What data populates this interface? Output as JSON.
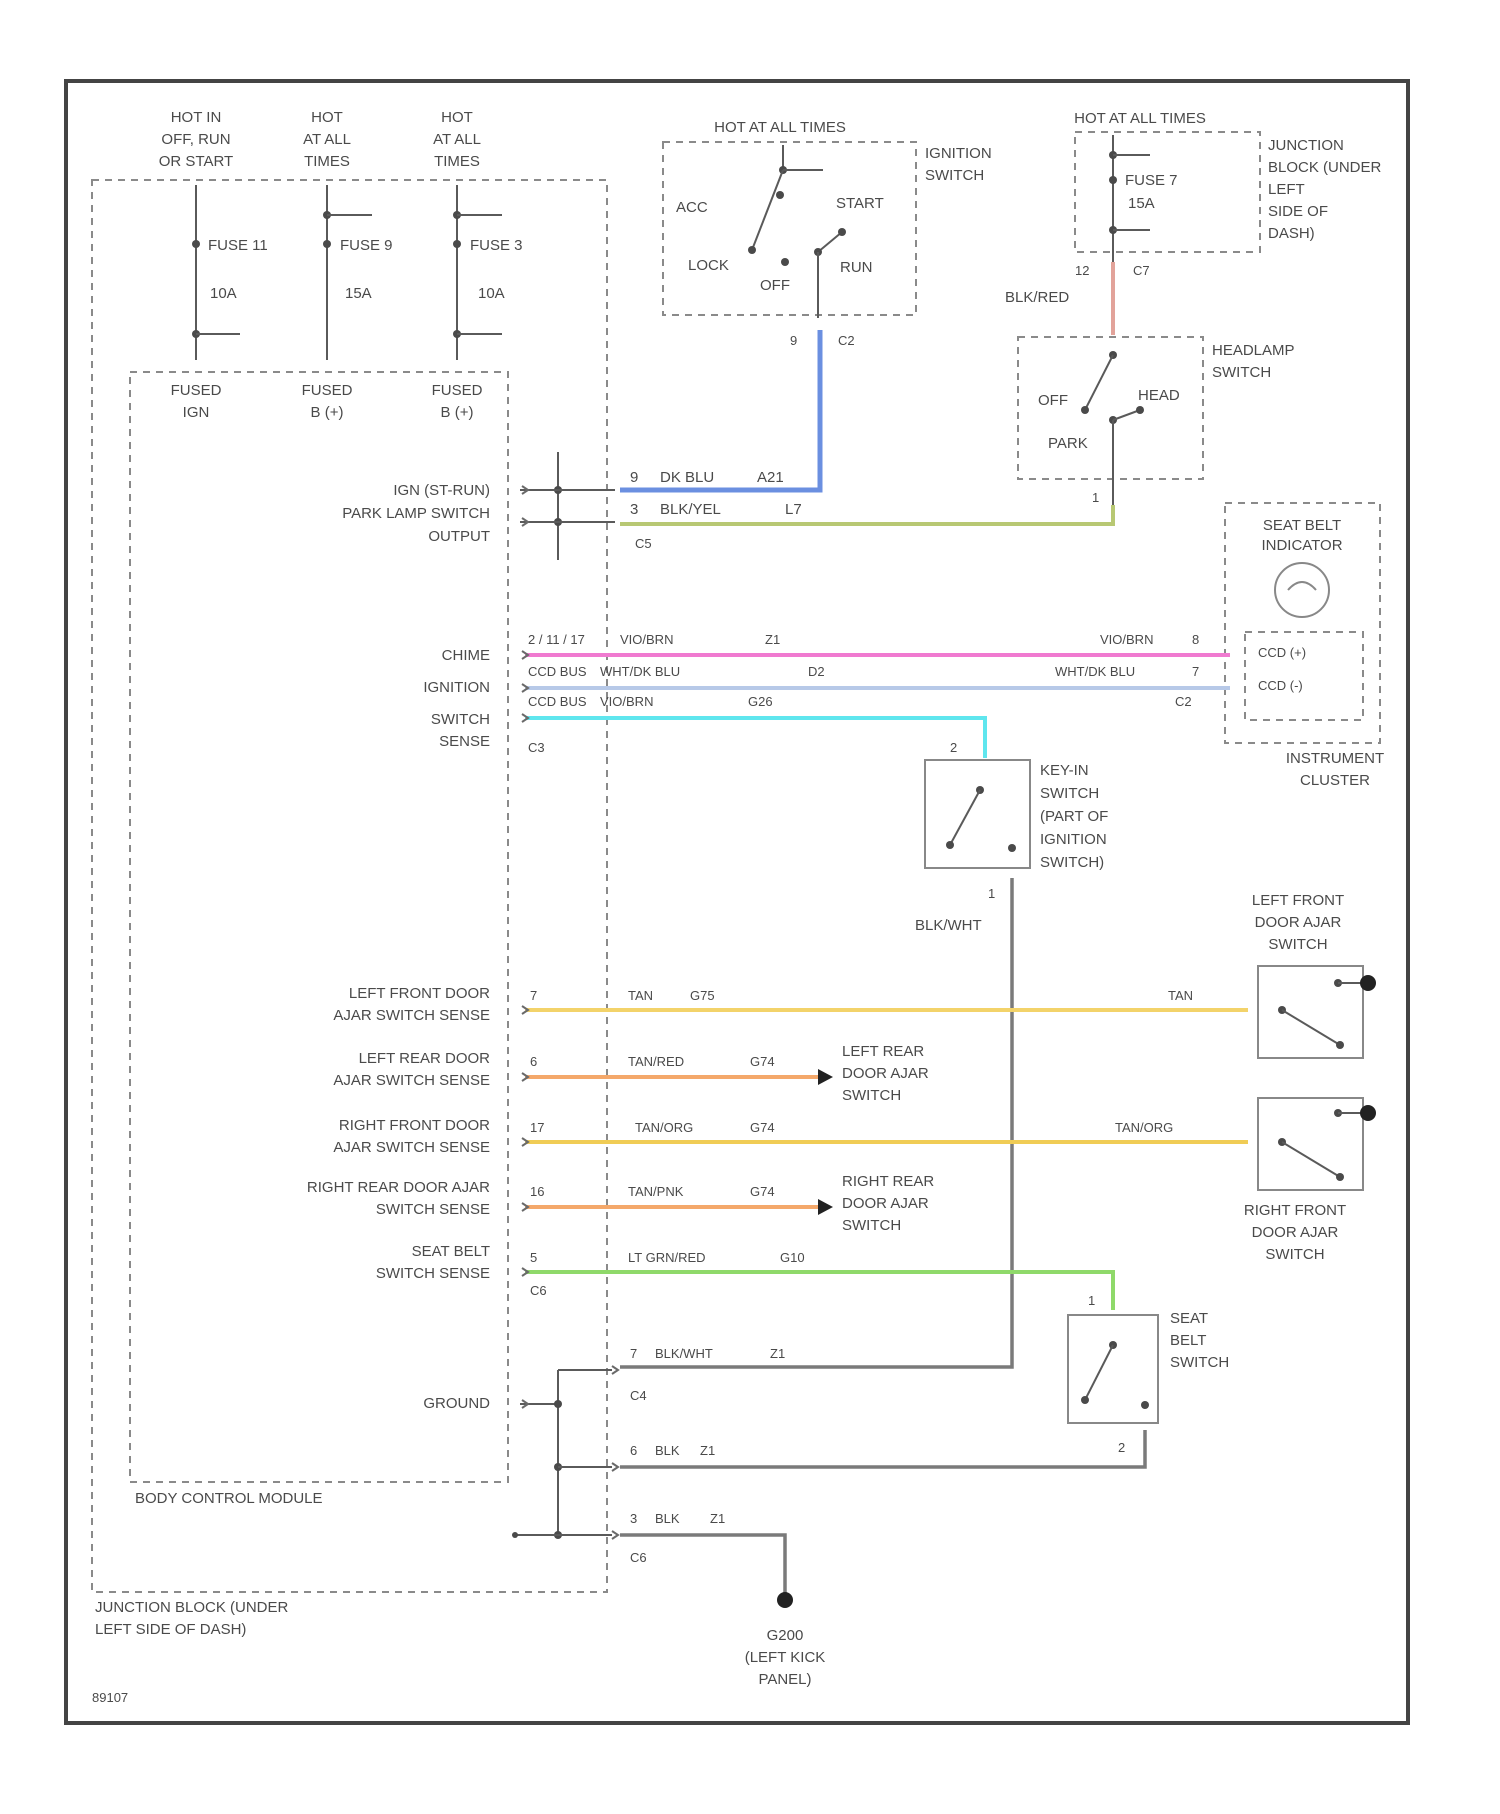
{
  "diagram": {
    "figure_id": "89107",
    "fuse_sources": [
      {
        "lines": [
          "HOT IN",
          "OFF, RUN",
          "OR START"
        ],
        "fuse": "FUSE 11",
        "rating": "10A",
        "bus": [
          "FUSED",
          "IGN"
        ]
      },
      {
        "lines": [
          "HOT",
          "AT ALL",
          "TIMES"
        ],
        "fuse": "FUSE 9",
        "rating": "15A",
        "bus": [
          "FUSED",
          "B (+)"
        ]
      },
      {
        "lines": [
          "HOT",
          "AT ALL",
          "TIMES"
        ],
        "fuse": "FUSE 3",
        "rating": "10A",
        "bus": [
          "FUSED",
          "B (+)"
        ]
      }
    ],
    "ignition_switch": {
      "hot_label": "HOT AT ALL TIMES",
      "name": [
        "IGNITION",
        "SWITCH"
      ],
      "positions": [
        "ACC",
        "START",
        "LOCK",
        "OFF",
        "RUN"
      ],
      "pin": "9",
      "connector": "C2"
    },
    "junction_fuse": {
      "hot_label": "HOT AT ALL TIMES",
      "fuse": "FUSE 7",
      "rating": "15A",
      "name": [
        "JUNCTION",
        "BLOCK (UNDER",
        "LEFT",
        "SIDE OF",
        "DASH)"
      ],
      "pin": "12",
      "connector": "C7"
    },
    "headlamp_switch": {
      "wire": "BLK/RED",
      "name": [
        "HEADLAMP",
        "SWITCH"
      ],
      "positions": [
        "OFF",
        "HEAD",
        "PARK"
      ],
      "pin": "1"
    },
    "bcm_inputs": [
      {
        "label": [
          "IGN (ST-RUN)"
        ]
      },
      {
        "label": [
          "PARK LAMP SWITCH",
          "OUTPUT"
        ]
      }
    ],
    "wires_top": [
      {
        "pin": "9",
        "color": "DK BLU",
        "circuit": "A21"
      },
      {
        "pin": "3",
        "color": "BLK/YEL",
        "circuit": "L7"
      }
    ],
    "connector_c5": "C5",
    "cluster_labels": [
      {
        "label": [
          "CHIME"
        ]
      },
      {
        "label": [
          "IGNITION"
        ]
      },
      {
        "label": [
          "SWITCH",
          "SENSE"
        ]
      }
    ],
    "cluster_wires": [
      {
        "pin": "2 / 11 / 17",
        "color": "VIO/BRN",
        "circuit": "Z1",
        "end_color": "VIO/BRN",
        "end_pin": "8"
      },
      {
        "pin": "CCD BUS",
        "color": "WHT/DK BLU",
        "circuit": "D2",
        "end_color": "WHT/DK BLU",
        "end_pin": "7"
      },
      {
        "pin": "CCD BUS",
        "color": "VIO/BRN",
        "circuit": "G26",
        "end_color": "",
        "end_pin": ""
      }
    ],
    "connector_c3": "C3",
    "connector_c2_cluster": "C2",
    "seat_belt_indicator": {
      "name": [
        "SEAT BELT",
        "INDICATOR"
      ],
      "inner": [
        "CCD (+)",
        "CCD (-)"
      ],
      "cluster_name": [
        "INSTRUMENT",
        "CLUSTER"
      ]
    },
    "key_in_switch": {
      "pin_top": "2",
      "pin_bottom": "1",
      "name": [
        "KEY-IN",
        "SWITCH",
        "(PART OF",
        "IGNITION",
        "SWITCH)"
      ],
      "wire": "BLK/WHT"
    },
    "door_labels": [
      {
        "label": [
          "LEFT FRONT DOOR",
          "AJAR SWITCH SENSE"
        ]
      },
      {
        "label": [
          "LEFT REAR DOOR",
          "AJAR SWITCH SENSE"
        ]
      },
      {
        "label": [
          "RIGHT FRONT DOOR",
          "AJAR SWITCH SENSE"
        ]
      },
      {
        "label": [
          "RIGHT REAR DOOR AJAR",
          "SWITCH SENSE"
        ]
      },
      {
        "label": [
          "SEAT BELT",
          "SWITCH SENSE"
        ]
      }
    ],
    "door_wires": [
      {
        "pin": "7",
        "color": "TAN",
        "circuit": "G75",
        "end_text": "TAN"
      },
      {
        "pin": "6",
        "color": "TAN/RED",
        "circuit": "G74",
        "end_text": ""
      },
      {
        "pin": "17",
        "color": "TAN/ORG",
        "circuit": "G74",
        "end_text": "TAN/ORG"
      },
      {
        "pin": "16",
        "color": "TAN/PNK",
        "circuit": "G74",
        "end_text": ""
      },
      {
        "pin": "5",
        "color": "LT GRN/RED",
        "circuit": "G10",
        "end_text": ""
      }
    ],
    "connector_c6": "C6",
    "left_front_switch": [
      "LEFT FRONT",
      "DOOR AJAR",
      "SWITCH"
    ],
    "left_rear_switch": [
      "LEFT REAR",
      "DOOR AJAR",
      "SWITCH"
    ],
    "right_front_switch": [
      "RIGHT FRONT",
      "DOOR AJAR",
      "SWITCH"
    ],
    "right_rear_switch": [
      "RIGHT REAR",
      "DOOR AJAR",
      "SWITCH"
    ],
    "seat_belt_switch": {
      "name": [
        "SEAT",
        "BELT",
        "SWITCH"
      ],
      "pin_top": "1",
      "pin_bottom": "2"
    },
    "ground_label": "GROUND",
    "ground_wires": [
      {
        "pin": "7",
        "color": "BLK/WHT",
        "circuit": "Z1",
        "connector": "C4"
      },
      {
        "pin": "6",
        "color": "BLK",
        "circuit": "Z1",
        "connector": ""
      },
      {
        "pin": "3",
        "color": "BLK",
        "circuit": "Z1",
        "connector": "C6"
      }
    ],
    "bcm_name": "BODY CONTROL MODULE",
    "junction_block_name": [
      "JUNCTION BLOCK (UNDER",
      "LEFT SIDE OF DASH)"
    ],
    "ground_point": [
      "G200",
      "(LEFT KICK",
      "PANEL)"
    ],
    "wire_colors": {
      "dk_blu": "#6b8fe0",
      "blk_yel": "#b8c873",
      "vio_brn": "#f07ad0",
      "wht_dk_blu": "#b7c9e8",
      "switch_sense": "#5fe6ee",
      "tan": "#f3d36a",
      "tan_red": "#f4a86b",
      "tan_org": "#f0cc55",
      "tan_pnk": "#f4a86b",
      "lt_grn_red": "#8fd96a",
      "blk_red": "#e2a39a",
      "ground": "#7a7a7a"
    }
  }
}
